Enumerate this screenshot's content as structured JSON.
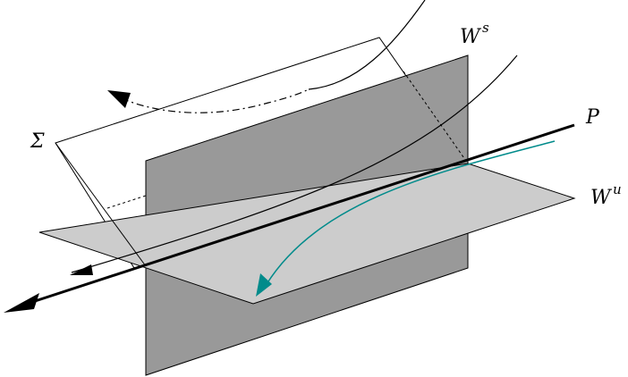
{
  "diagram": {
    "labels": {
      "sigma": "Σ",
      "ws_base": "W",
      "ws_sup": "s",
      "wu_base": "W",
      "wu_sup": "u",
      "p": "P"
    },
    "colors": {
      "background": "#ffffff",
      "stroke": "#000000",
      "stable_plane_fill": "#999999",
      "unstable_plane_fill": "#cccccc",
      "flow_arrow": "#008b8b"
    },
    "icons": {
      "orbit_arrow": "arrowhead",
      "return_arrow": "arrowhead",
      "flow_arrow": "arrowhead"
    }
  }
}
